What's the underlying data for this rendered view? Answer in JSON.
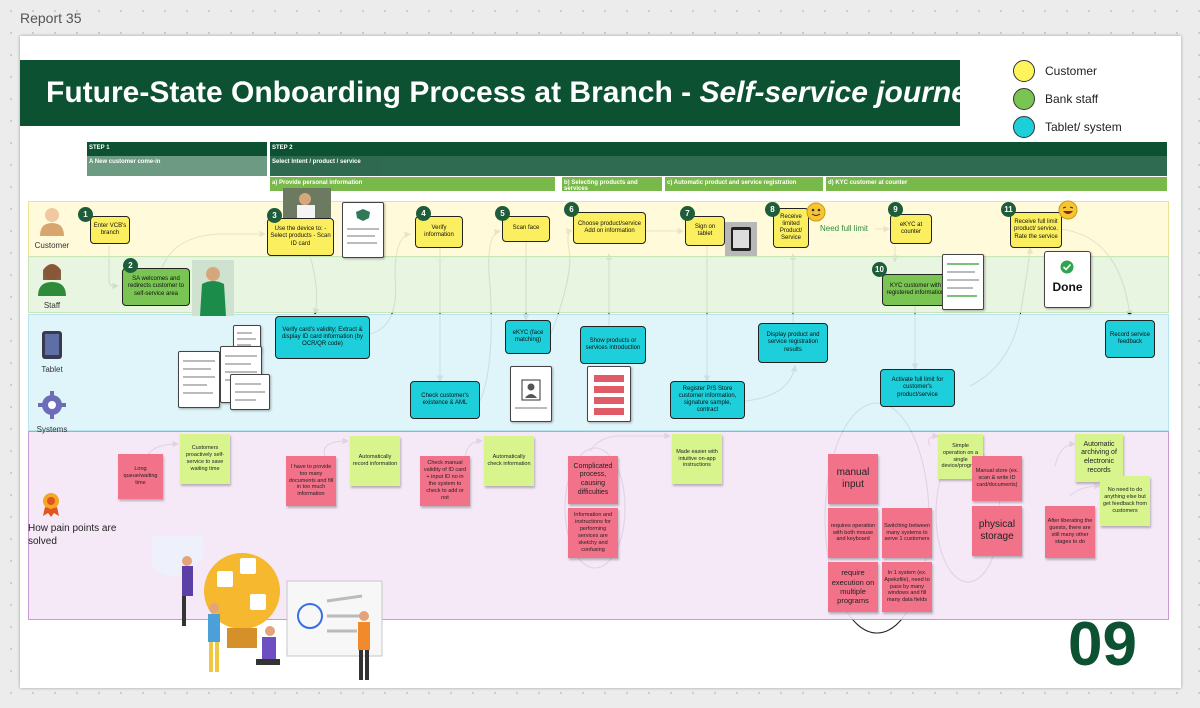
{
  "report_label": "Report 35",
  "title": {
    "main": "Future-State Onboarding Process at Branch - ",
    "italic": "Self-service journey"
  },
  "legend": [
    {
      "label": "Customer",
      "color": "#fff45c"
    },
    {
      "label": "Bank staff",
      "color": "#79c453"
    },
    {
      "label": "Tablet/ system",
      "color": "#1ccfdb"
    }
  ],
  "steps": {
    "step1": {
      "label": "STEP 1",
      "sub": "A New customer come-in"
    },
    "step2": {
      "label": "STEP 2",
      "sub": "Select Intent / product / service"
    },
    "phases": [
      "a) Provide personal information",
      "b) Selecting products and services",
      "c) Automatic product and service registration",
      "d) KYC customer at counter"
    ]
  },
  "lanes": [
    "Customer",
    "Staff",
    "Tablet",
    "Systems",
    "How pain points are solved"
  ],
  "colors": {
    "title_bg": "#0b5132",
    "step_header": "#0b5132",
    "phase_header": "#79b84a",
    "customer_lane": "#fffbd6",
    "staff_lane": "#e6f5de",
    "tablet_lane": "#dcf5fa",
    "pain_lane": "#f5e6f7",
    "page_number": "#0b5132"
  },
  "nodes": {
    "n1": "Enter VCB's branch",
    "n2": "SA welcomes and redirects customer to self-service area",
    "n3": "Use the device to: - Select products - Scan ID card",
    "n3b": "Verify card's validity; Extract & display ID card information (by OCR/QR code)",
    "n4": "Verify information",
    "n4b": "Check customer's existence & AML",
    "n5": "Scan face",
    "n5b": "eKYC (face matching)",
    "n6": "Choose product/service Add on information",
    "n6b": "Show products or services introduction",
    "n7": "Sign on tablet",
    "n7b": "Register P/S Store customer information, signature sample, contract",
    "n8": "Receive limited Product/ Service",
    "n8b": "Display product and service registration results",
    "need_full_limit": "Need full limit",
    "n9": "eKYC at counter",
    "n10": "KYC customer with registered information",
    "n10b": "Activate full limit for customer's product/service",
    "n11": "Receive full limit product/ service. Rate the service",
    "n11b": "Record service feedback",
    "done": "Done"
  },
  "numbers": [
    "1",
    "2",
    "3",
    "4",
    "5",
    "6",
    "7",
    "8",
    "9",
    "10",
    "11"
  ],
  "stickies": {
    "s1": "Long queue/waiting time",
    "s2": "Customers proactively self-service to save waiting time",
    "s3": "I have to provide too many documents and fill in too much information",
    "s4": "Automatically record information",
    "s5": "Check manual validity of ID card + input ID no in the system to check to add or not",
    "s6": "Automatically check information",
    "s7": "Complicated process, causing difficulties",
    "s8": "Information and instructions for performing services are sketchy and confusing",
    "s9": "Made easier with intuitive on-app instructions",
    "s10": "manual input",
    "s11": "requires operation with both mouse and keyboard",
    "s12": "require execution on multiple programs",
    "s13": "Switching between many systems to serve 1 customers",
    "s14": "In 1 system (ex. Apeksfile), need to pass by many windows and fill many data fields",
    "s15": "Simple operation on a single device/program",
    "s16": "Manual store (ex. scan & write ID card/documents)",
    "s17": "physical storage",
    "s18": "Automatic archiving of electronic records",
    "s19": "After liberating the guests, there are still many other stages to do",
    "s20": "No need to do anything else but get feedback from customers"
  },
  "page_number": "09"
}
